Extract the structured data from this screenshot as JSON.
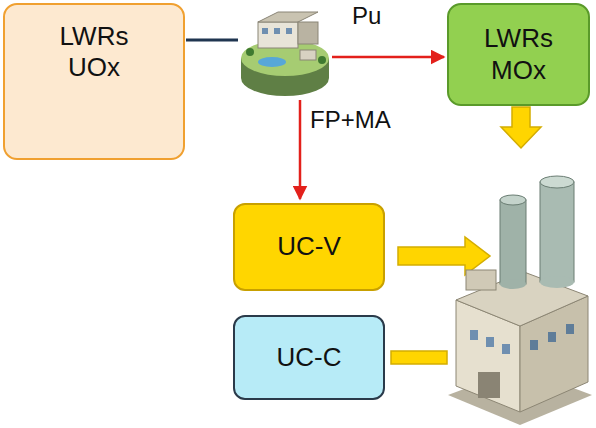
{
  "diagram": {
    "nodes": [
      {
        "text": [
          "LWRs UOx"
        ]
      },
      {
        "text": [
          "LWRs MOx"
        ]
      },
      {
        "text": [
          "UC-V"
        ]
      },
      {
        "text": [
          "UC-C"
        ]
      }
    ],
    "labels": [
      "Pu",
      "FP+MA"
    ]
  }
}
